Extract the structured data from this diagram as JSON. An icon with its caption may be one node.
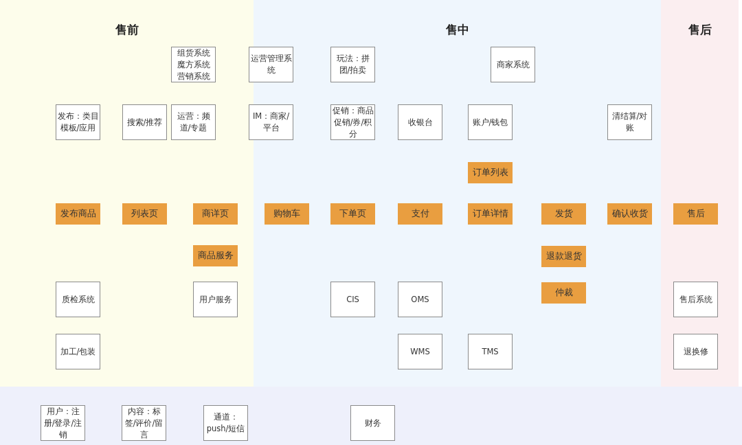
{
  "diagram": {
    "nodes": [
      {
        "text": [
          "售前"
        ]
      },
      {
        "text": [
          "售中"
        ]
      },
      {
        "text": [
          "售后"
        ]
      },
      {
        "text": [],
        "shape": "band"
      },
      {
        "text": [
          "组货系统",
          "魔方系统",
          "营销系统"
        ],
        "in": 0
      },
      {
        "text": [
          "运营管理系统"
        ],
        "in": 1
      },
      {
        "text": [
          "玩法：拼团/拍卖"
        ],
        "in": 1
      },
      {
        "text": [
          "商家系统"
        ],
        "in": 1
      },
      {
        "text": [
          "发布：类目模板/应用"
        ],
        "in": 0
      },
      {
        "text": [
          "搜索/推荐"
        ],
        "in": 0
      },
      {
        "text": [
          "运营：频道/专题"
        ],
        "in": 0
      },
      {
        "text": [
          "IM：商家/平台"
        ],
        "in": 1
      },
      {
        "text": [
          "促销：商品促销/券/积分"
        ],
        "in": 1
      },
      {
        "text": [
          "收银台"
        ],
        "in": 1
      },
      {
        "text": [
          "账户/钱包"
        ],
        "in": 1
      },
      {
        "text": [
          "清结算/对账"
        ],
        "in": 1
      },
      {
        "text": [
          "订单列表"
        ],
        "in": 1
      },
      {
        "text": [
          "发布商品"
        ],
        "in": 0
      },
      {
        "text": [
          "列表页"
        ],
        "in": 0
      },
      {
        "text": [
          "商详页"
        ],
        "in": 0
      },
      {
        "text": [
          "购物车"
        ],
        "in": 1
      },
      {
        "text": [
          "下单页"
        ],
        "in": 1
      },
      {
        "text": [
          "支付"
        ],
        "in": 1
      },
      {
        "text": [
          "订单详情"
        ],
        "in": 1
      },
      {
        "text": [
          "发货"
        ],
        "in": 1
      },
      {
        "text": [
          "确认收货"
        ],
        "in": 1
      },
      {
        "text": [
          "售后"
        ],
        "in": 2
      },
      {
        "text": [
          "商品服务"
        ],
        "in": 0
      },
      {
        "text": [
          "退款退货"
        ],
        "in": 1
      },
      {
        "text": [
          "质检系统"
        ],
        "in": 0
      },
      {
        "text": [
          "用户服务"
        ],
        "in": 0
      },
      {
        "text": [
          "CIS"
        ],
        "in": 1
      },
      {
        "text": [
          "OMS"
        ],
        "in": 1
      },
      {
        "text": [
          "仲裁"
        ],
        "in": 1
      },
      {
        "text": [
          "售后系统"
        ],
        "in": 2
      },
      {
        "text": [
          "加工/包装"
        ],
        "in": 0
      },
      {
        "text": [
          "WMS"
        ],
        "in": 1
      },
      {
        "text": [
          "TMS"
        ],
        "in": 1
      },
      {
        "text": [
          "退换修"
        ],
        "in": 2
      },
      {
        "text": [
          "用户：注册/登录/注销"
        ],
        "in": 3
      },
      {
        "text": [
          "内容：标签/评价/留言"
        ],
        "in": 3
      },
      {
        "text": [
          "通道：push/短信"
        ],
        "in": 3
      },
      {
        "text": [
          "财务"
        ],
        "in": 3
      }
    ],
    "edges": []
  }
}
